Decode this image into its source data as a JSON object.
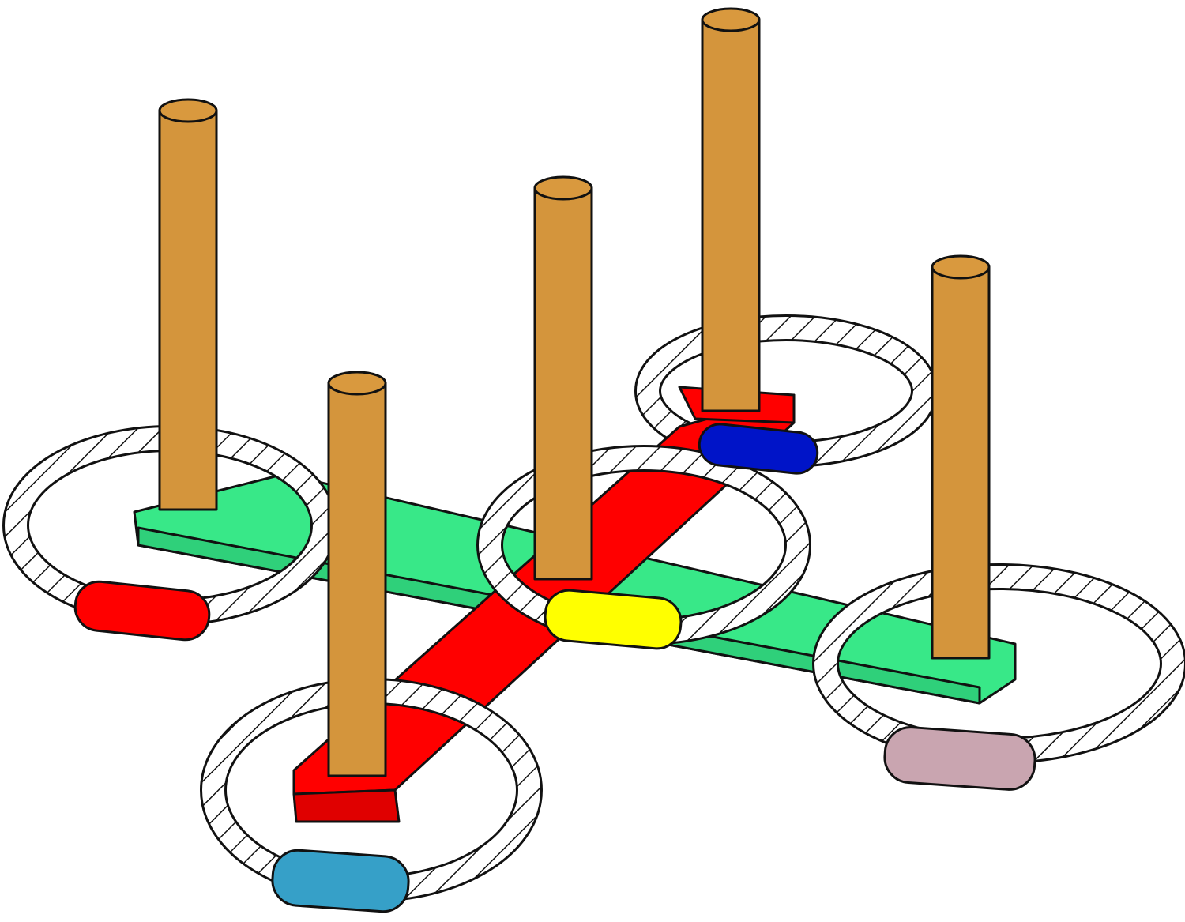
{
  "illustration": {
    "subject": "ring-toss-game",
    "colors": {
      "background": "#ffffff",
      "outline": "#111111",
      "wood_peg": "#d4953c",
      "wood_peg_top": "#d9993e",
      "green_bar": "#38e888",
      "red_bar": "#ff0000",
      "rope": "#ffffff"
    },
    "pegs": [
      {
        "name": "peg-back-left"
      },
      {
        "name": "peg-back-right"
      },
      {
        "name": "peg-center"
      },
      {
        "name": "peg-front-left"
      },
      {
        "name": "peg-front-right"
      }
    ],
    "rings": [
      {
        "name": "ring-left",
        "tape_color": "#ff0000"
      },
      {
        "name": "ring-back",
        "tape_color": "#0014c8"
      },
      {
        "name": "ring-center",
        "tape_color": "#ffff00"
      },
      {
        "name": "ring-right",
        "tape_color": "#c9a5b0"
      },
      {
        "name": "ring-front",
        "tape_color": "#36a0c8"
      }
    ]
  }
}
